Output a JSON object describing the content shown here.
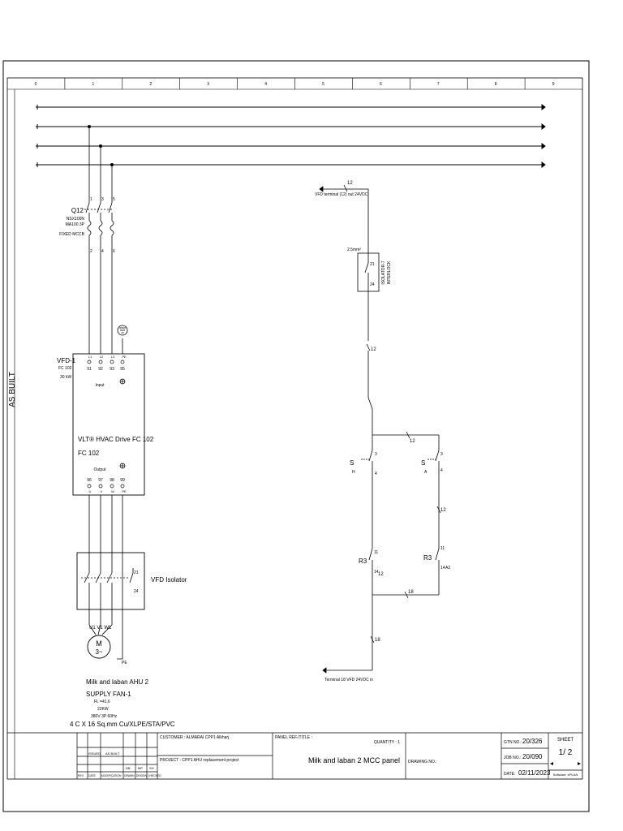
{
  "grid_columns": [
    "0",
    "1",
    "2",
    "3",
    "4",
    "5",
    "6",
    "7",
    "8",
    "9"
  ],
  "side_label": "AS BUILT",
  "q12": {
    "tag": "Q12",
    "desc": [
      "NSX100N",
      "MA100 3P",
      "FIXED MCCB"
    ],
    "top_terminals": [
      "1",
      "3",
      "5"
    ],
    "bottom_terminals": [
      "2",
      "4",
      "6"
    ]
  },
  "vfd": {
    "tag": "VFD-1",
    "model": "FC 102",
    "power": "30 kW",
    "input_terms_top": [
      "L1",
      "L2",
      "L3",
      "PE"
    ],
    "input_terms_num": [
      "91",
      "92",
      "93",
      "95"
    ],
    "input_label": "Input",
    "drive_title": "VLT® HVAC Drive FC 102",
    "drive_sub": "FC 102",
    "output_label": "Output",
    "output_terms_num": [
      "96",
      "97",
      "98",
      "99"
    ],
    "output_terms_bottom": [
      "U",
      "V",
      "W",
      "PE"
    ]
  },
  "isolator": {
    "label": "VFD Isolator",
    "aux_top": "21",
    "aux_bottom": "24"
  },
  "motor": {
    "terminals": "U1 V1 W1",
    "symbol": "M",
    "phase": "3~",
    "pe": "PE",
    "title1": "Milk and laban AHU  2",
    "title2": "SUPPLY FAN-1",
    "spec": [
      "FL =41.6",
      "22KW",
      "380V 3P 60Hz"
    ],
    "cable": "4 C X 16 Sq.mm Cu/XLPE/STA/PVC"
  },
  "control": {
    "wire_top": "12",
    "source_label": "VFD terminal (12) out 24VDC",
    "cable_size": "2.5mm²",
    "interlock_label": "ISOLATOR-7",
    "interlock_sub": "INTERLOCK",
    "interlock_t1": "21",
    "interlock_t2": "24",
    "wire_12": "12",
    "sh_label": "S",
    "sh_sub": "H",
    "sa_label": "S",
    "sa_sub": "A",
    "t3": "3",
    "t4": "4",
    "r3_label": "R3",
    "t11": "11",
    "t14": "14",
    "a2": "A2",
    "wire_18": "18",
    "sink_label": "Terminal 18 VFD 24VDC in"
  },
  "title_block": {
    "customer": "CUSTOMER : ALMARAI CPP1 Alkharj",
    "project": "PROJECT : CPP1 AHU replacement project",
    "panel_ref": "PANEL REF./TITLE :",
    "quantity": "QUANTITY : 1",
    "panel_title": "Milk and laban 2 MCC panel",
    "drawing_no": "DRAWING NO.:",
    "gtn_label": "GTN NO.:",
    "gtn_value": "20/326",
    "job_label": "JOB NO.:",
    "job_value": "20/090",
    "date_label": "DATE:",
    "date_value": "02/11/2023",
    "sheet_label": "SHEET",
    "sheet_value": "1/  2",
    "software": "Software: ePLAN",
    "rev_row1": "ISSUED",
    "rev_row2": "AS BUILT",
    "rev_headers": [
      "REV",
      "DATE",
      "MODIFICATION",
      "DRAWN",
      "DESIGN",
      "CHECKED"
    ],
    "rev_sub": [
      "DB",
      "MP",
      "SH"
    ]
  }
}
